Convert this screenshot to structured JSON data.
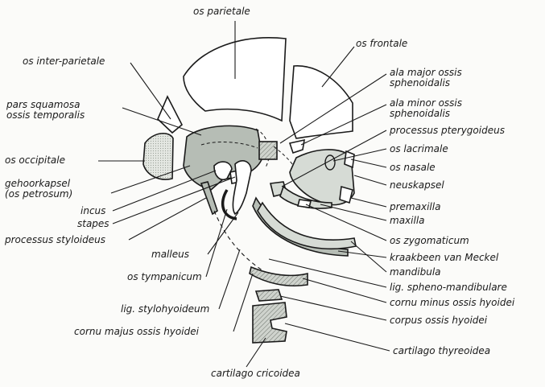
{
  "diagram": {
    "labels": {
      "os_parietale": "os parietale",
      "os_frontale": "os frontale",
      "os_inter_parietale": "os inter-parietale",
      "ala_major_1": "ala major ossis",
      "ala_major_2": "sphenoidalis",
      "ala_minor_1": "ala minor ossis",
      "ala_minor_2": "sphenoidalis",
      "pars_squamosa_1": "pars squamosa",
      "pars_squamosa_2": "ossis temporalis",
      "processus_pterygoideus": "processus pterygoideus",
      "os_occipitale": "os occipitale",
      "os_lacrimale": "os lacrimale",
      "os_nasale": "os nasale",
      "gehoorkapsel_1": "gehoorkapsel",
      "gehoorkapsel_2": "(os petrosum)",
      "neuskapsel": "neuskapsel",
      "incus": "incus",
      "premaxilla": "premaxilla",
      "stapes": "stapes",
      "maxilla": "maxilla",
      "processus_styloideus": "processus styloideus",
      "os_zygomaticum": "os zygomaticum",
      "malleus": "malleus",
      "kraakbeen_van_meckel": "kraakbeen van Meckel",
      "mandibula": "mandibula",
      "os_tympanicum": "os tympanicum",
      "lig_spheno_mandibulare": "lig. spheno-mandibulare",
      "cornu_minus": "cornu minus ossis hyoidei",
      "lig_stylohyoideum": "lig. stylohyoideum",
      "corpus_ossis_hyoidei": "corpus ossis hyoidei",
      "cornu_majus": "cornu majus ossis hyoidei",
      "cartilago_thyreoidea": "cartilago thyreoidea",
      "cartilago_cricoidea": "cartilago cricoidea"
    }
  }
}
